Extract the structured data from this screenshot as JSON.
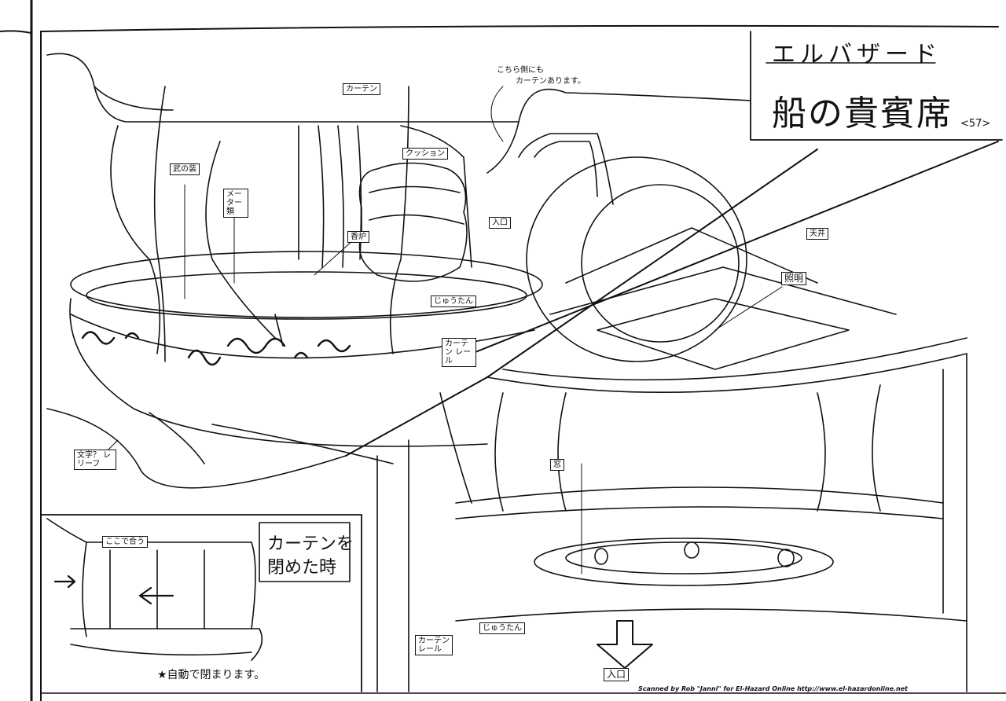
{
  "title": {
    "ship_name": "エルバザード",
    "room_name": "船の貴賓席",
    "page_number": "<57>"
  },
  "labels": {
    "curtain_top": "カーテン",
    "curtain_side_note_line1": "こちら側にも",
    "curtain_side_note_line2": "カーテンあります。",
    "cushion": "クッション",
    "bunker": "武の装",
    "meter": "メーター類",
    "incense": "香炉",
    "carpet_upper": "じゅうたん",
    "curtain_rail_upper": "カーテン レール",
    "letters": "文字？ レリーフ",
    "entrance_small": "入口",
    "ceiling": "天井",
    "lighting": "照明",
    "window": "窓",
    "carpet_lower": "じゅうたん",
    "curtain_rail_lower": "カーテン レール",
    "entrance": "入口",
    "meet_here": "ここで合う",
    "curtain_closed_line1": "カーテンを",
    "curtain_closed_line2": "閉めた時",
    "auto_close": "★自動で閉まります。"
  },
  "footer": {
    "credit": "Scanned by Rob \"Janni\" for El-Hazard Online  http://www.el-hazardonline.net"
  }
}
